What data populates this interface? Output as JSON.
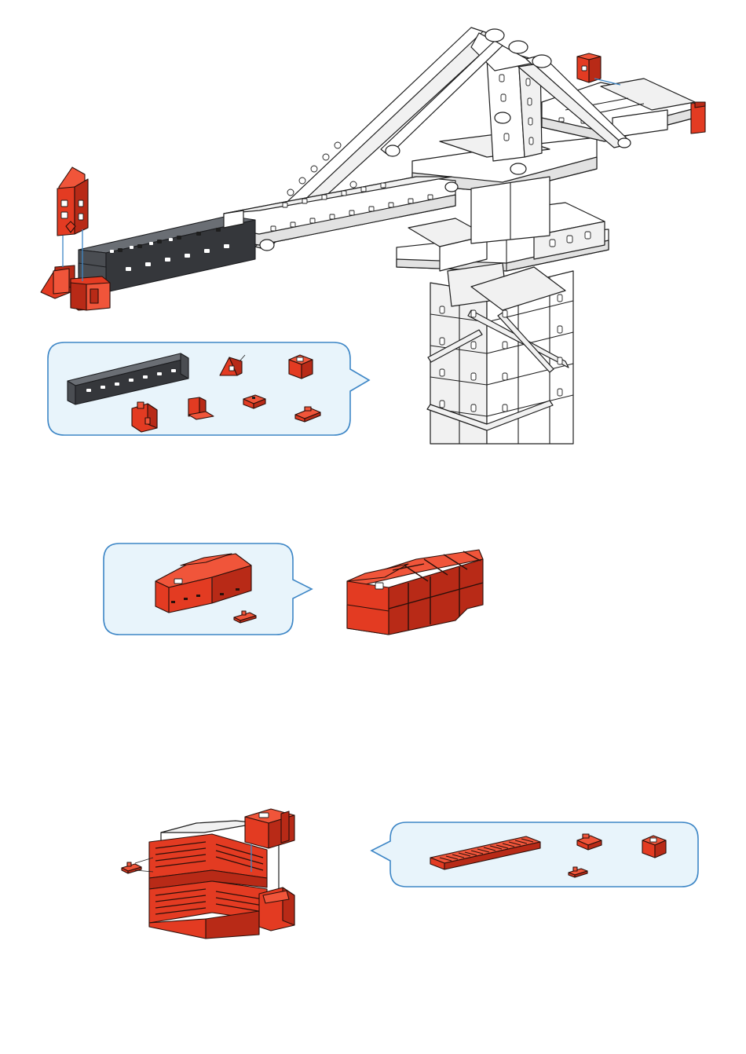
{
  "page": {
    "steps": [
      {
        "id": "crane-jib-assembly",
        "parts_callout": [
          "black-building-strut",
          "red-triangle-joint",
          "red-building-block-15",
          "red-cross-connector",
          "red-angle-block",
          "red-square-plate",
          "red-slide-piece"
        ]
      },
      {
        "id": "counterweight-block",
        "parts_callout": [
          "red-counterweight-box",
          "red-small-pin"
        ]
      },
      {
        "id": "counterweight-cladding",
        "parts_callout": [
          "red-grille-plate",
          "red-clip-piece",
          "red-small-pin",
          "red-building-block-15"
        ]
      }
    ]
  },
  "colors": {
    "part_red": "#e33b22",
    "part_black": "#4a4d52",
    "callout_fill": "#e8f4fb",
    "callout_border": "#3d86c6",
    "guide_line": "#3d86c6"
  }
}
